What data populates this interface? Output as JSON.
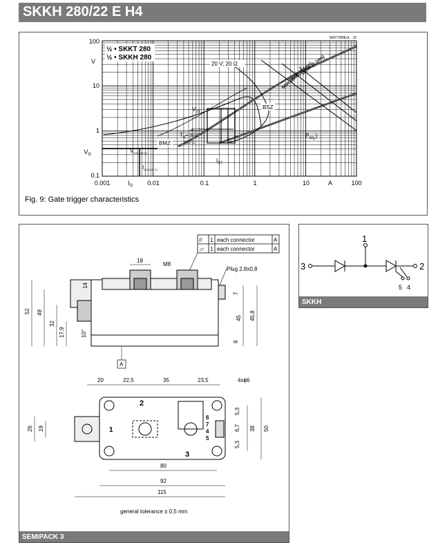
{
  "title": "SKKH 280/22 E H4",
  "figure": {
    "caption": "Fig. 9: Gate trigger characteristics",
    "ref": "SKKT280Euf←10",
    "y_ticks": [
      "100",
      "10",
      "1",
      "0.1"
    ],
    "x_ticks": [
      "0.001",
      "0.01",
      "0.1",
      "1",
      "10",
      "100"
    ],
    "y_unit": "V",
    "x_unit": "A",
    "y_label": "V",
    "y_label_sub": "G",
    "x_label": "I",
    "x_label_sub": "G",
    "legend": [
      "½ • SKKT 280",
      "½ • SKKH 280"
    ],
    "labels": {
      "v20": "20 V; 20 Ω",
      "vgt": "V",
      "vgt_sub": "GT",
      "bsz": "BSZ",
      "bmz": "BMZ",
      "tvj": "T",
      "tvj_sub": "vj",
      "tvj_eq": "= 25°C",
      "t_minus40": "-40°C",
      "t_125": "125°C",
      "igt": "I",
      "igt_sub": "GT",
      "vgd": "V",
      "vgd_sub": "GD(125°C)",
      "igd": "I",
      "igd_sub": "GD(125°C)",
      "pg": "P",
      "pg_sub": "G(t",
      "pg_sub2": "p",
      "pg_close": ")",
      "p150": "150W (0,1ms)",
      "p100": "100W (0,5ms)",
      "p60": "60W (8ms)"
    }
  },
  "drawing": {
    "tolerance_table": [
      {
        "symbol": "//",
        "value": "1",
        "text": "each connector",
        "datum": "A"
      },
      {
        "symbol": "▱",
        "value": "1",
        "text": "each connector",
        "datum": "A"
      }
    ],
    "plug": "Plug 2,8x0,8",
    "dims_side": {
      "d18": "18",
      "m8": "M8",
      "d14": "14",
      "d7": "7",
      "d52": "52",
      "d49": "49",
      "d32": "32",
      "d179": "17,9",
      "d10": "10°",
      "d45": "45",
      "d458": "45,8",
      "d8": "8",
      "datum": "A"
    },
    "dims_top": {
      "d20": "20",
      "d225": "22,5",
      "d35": "35",
      "d235": "23,5",
      "holes": "4x",
      "holes_sym": "ϕ6",
      "d26": "26",
      "d19": "19",
      "d53a": "5,3",
      "d67": "6,7",
      "d53b": "5,3",
      "d38": "38",
      "d50": "50",
      "d80": "80",
      "d92": "92",
      "d115": "115",
      "t1": "1",
      "t2": "2",
      "t3": "3",
      "t4": "4",
      "t5": "5",
      "t6": "6",
      "t7": "7"
    },
    "tolerance_note": "general tolerance ± 0,5 mm",
    "footer": "SEMIPACK 3"
  },
  "schematic": {
    "t1": "1",
    "t2": "2",
    "t3": "3",
    "t4": "4",
    "t5": "5",
    "footer": "SKKH"
  }
}
